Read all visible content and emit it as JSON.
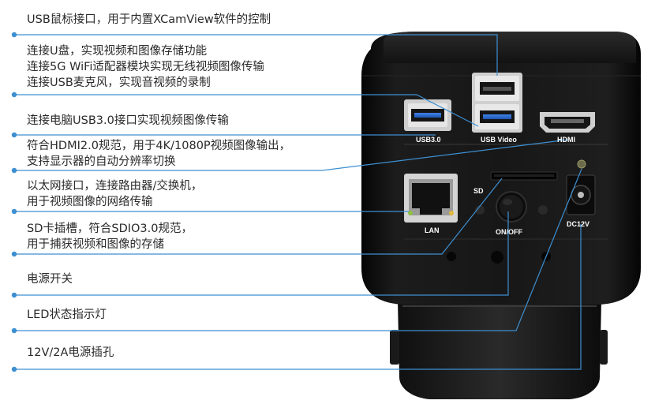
{
  "callouts": [
    {
      "id": "usb-mouse",
      "lines": [
        "USB鼠标接口，用于内置XCamView软件的控制"
      ]
    },
    {
      "id": "usb-storage",
      "lines": [
        "连接U盘，实现视频和图像存储功能",
        "连接5G WiFi适配器模块实现无线视频图像传输",
        "连接USB麦克风，实现音视频的录制"
      ]
    },
    {
      "id": "usb3-pc",
      "lines": [
        "连接电脑USB3.0接口实现视频图像传输"
      ]
    },
    {
      "id": "hdmi",
      "lines": [
        "符合HDMI2.0规范，用于4K/1080P视频图像输出，",
        "支持显示器的自动分辨率切换"
      ]
    },
    {
      "id": "lan",
      "lines": [
        "以太网接口，连接路由器/交换机，",
        "用于视频图像的网络传输"
      ]
    },
    {
      "id": "sd",
      "lines": [
        "SD卡插槽，符合SDIO3.0规范，",
        "用于捕获视频和图像的存储"
      ]
    },
    {
      "id": "power-switch",
      "lines": [
        "电源开关"
      ]
    },
    {
      "id": "led",
      "lines": [
        "LED状态指示灯"
      ]
    },
    {
      "id": "dc-jack",
      "lines": [
        "12V/2A电源插孔"
      ]
    }
  ],
  "port_labels": {
    "usb30": "USB3.0",
    "usb_video": "USB Video",
    "hdmi": "HDMI",
    "sd": "SD",
    "lan": "LAN",
    "onoff": "ON/OFF",
    "dc12v": "DC12V"
  },
  "colors": {
    "leader": "#3d8fd1",
    "text": "#2a2a2a",
    "body": "#141414",
    "usb3_blue": "#2f6fd6"
  }
}
